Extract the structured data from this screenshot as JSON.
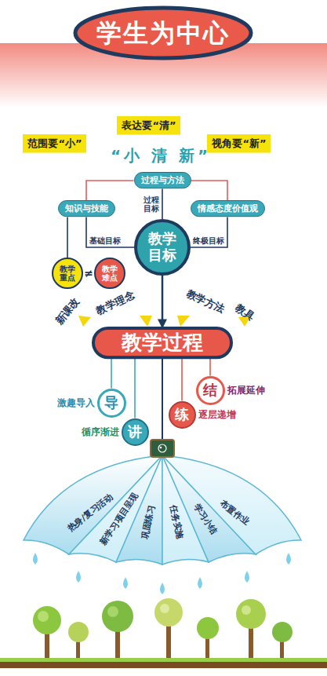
{
  "diagram": {
    "title": "学生为中心",
    "nodes": [
      {
        "text": [
          "范围要“小”"
        ]
      },
      {
        "text": [
          "表达要“清”"
        ]
      },
      {
        "text": [
          "视角要“新”"
        ]
      },
      {
        "text": [
          "过程与方法"
        ]
      },
      {
        "text": [
          "知识与技能"
        ]
      },
      {
        "text": [
          "情感态度价值观"
        ]
      },
      {
        "text": [
          "教学目标"
        ]
      },
      {
        "text": [
          "教学重点"
        ]
      },
      {
        "text": [
          "教学难点"
        ]
      },
      {
        "text": [
          "教学过程"
        ]
      },
      {
        "text": [
          "导",
          "激趣导入"
        ]
      },
      {
        "text": [
          "讲",
          "循序渐进"
        ]
      },
      {
        "text": [
          "练",
          "逐层递增"
        ]
      },
      {
        "text": [
          "结",
          "拓展延伸"
        ]
      }
    ],
    "edges": [
      {
        "from": 3,
        "to": 4,
        "arrow": "none"
      },
      {
        "from": 3,
        "to": 5,
        "arrow": "none"
      },
      {
        "from": 3,
        "to": 6,
        "label": "过程目标",
        "arrow": "none"
      },
      {
        "from": 4,
        "to": 6,
        "label": "基础目标",
        "arrow": "none"
      },
      {
        "from": 5,
        "to": 6,
        "label": "终极目标",
        "arrow": "none"
      },
      {
        "from": 4,
        "to": 7,
        "arrow": "none"
      },
      {
        "from": 6,
        "to": 9,
        "arrow": "to"
      },
      {
        "from": 9,
        "to": 10,
        "arrow": "none"
      },
      {
        "from": 9,
        "to": 11,
        "arrow": "none"
      },
      {
        "from": 9,
        "to": 12,
        "arrow": "none"
      },
      {
        "from": 9,
        "to": 13,
        "arrow": "none"
      }
    ],
    "labels": [
      "“小 清 新”",
      "≠",
      "新课改",
      "教学理念",
      "教学方法",
      "教具",
      "热身/复习活动",
      "新学习项目呈现",
      "巩固练习",
      "任务实施",
      "学习小结",
      "布置作业"
    ]
  }
}
